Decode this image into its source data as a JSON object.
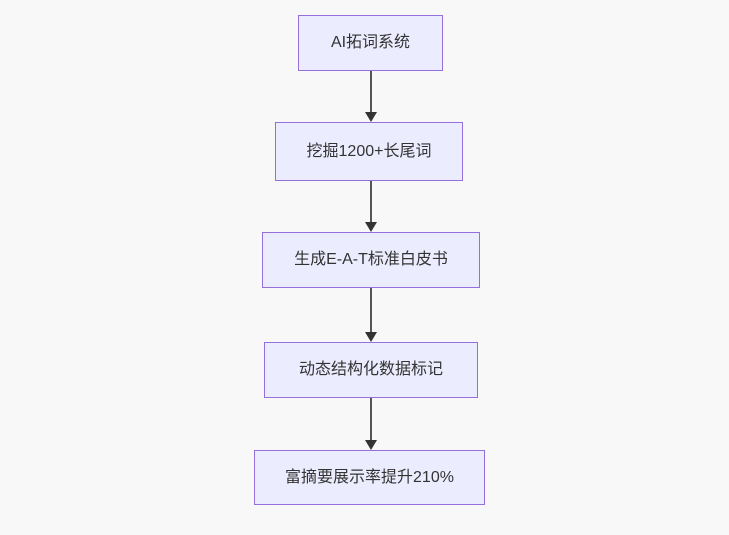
{
  "diagram": {
    "type": "flowchart",
    "direction": "top-down",
    "colors": {
      "page_bg": "#f8f8f8",
      "node_fill": "#ECECFF",
      "node_border": "#9370DB",
      "text_color": "#333333",
      "edge_line": "#555555",
      "edge_head": "#333333"
    },
    "nodes": [
      {
        "id": "A",
        "label": "AI拓词系统"
      },
      {
        "id": "B",
        "label": "挖掘1200+长尾词"
      },
      {
        "id": "C",
        "label": "生成E-A-T标准白皮书"
      },
      {
        "id": "D",
        "label": "动态结构化数据标记"
      },
      {
        "id": "E",
        "label": "富摘要展示率提升210%"
      }
    ],
    "edges": [
      {
        "from": "A",
        "to": "B"
      },
      {
        "from": "B",
        "to": "C"
      },
      {
        "from": "C",
        "to": "D"
      },
      {
        "from": "D",
        "to": "E"
      }
    ]
  }
}
